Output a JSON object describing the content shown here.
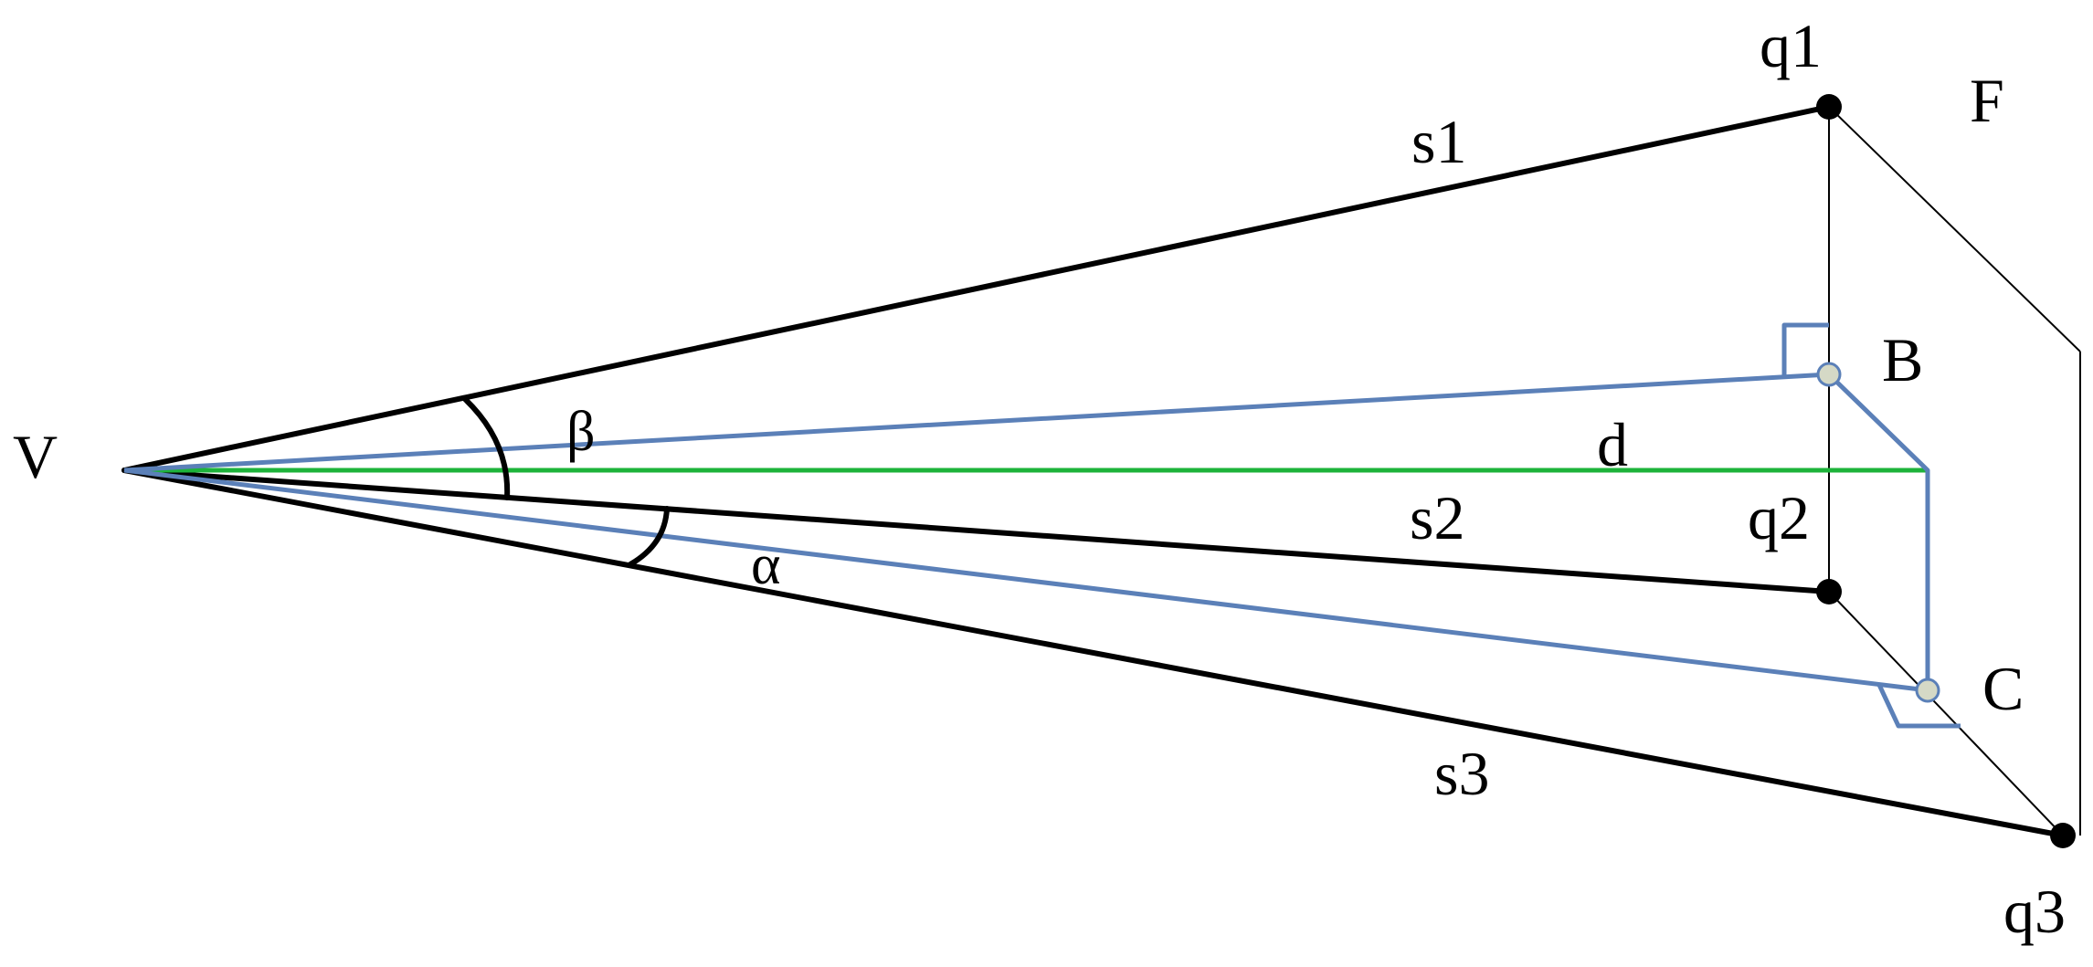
{
  "labels": {
    "V": "V",
    "F": "F",
    "B": "B",
    "C": "C",
    "d": "d",
    "q1": "q1",
    "q2": "q2",
    "q3": "q3",
    "s1": "s1",
    "s2": "s2",
    "s3": "s3",
    "alpha": "α",
    "beta": "β"
  },
  "colors": {
    "edge": "#000000",
    "frame": "#000000",
    "projection": "#5b80b8",
    "median": "#1db33a",
    "foot_point_fill": "#d5d9c6"
  }
}
